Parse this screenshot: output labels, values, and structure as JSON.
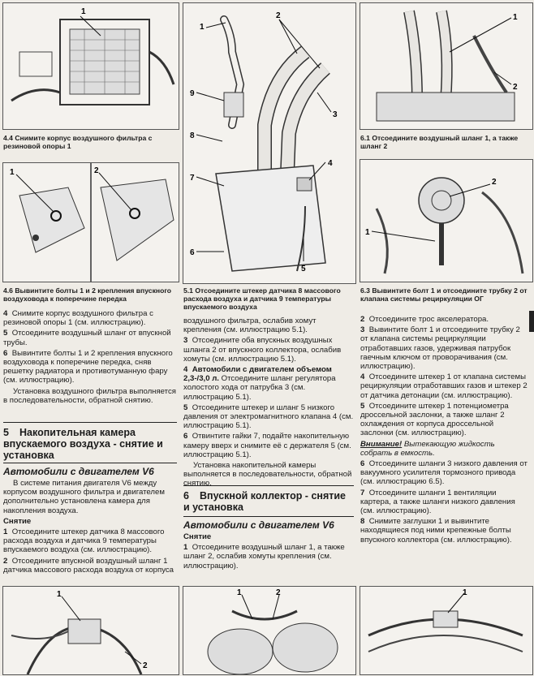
{
  "captions": {
    "c44": "4.4 Снимите корпус воздушного фильтра с резиновой опоры 1",
    "c46": "4.6 Вывинтите болты 1 и 2 крепления впускного воздуховода к поперечине передка",
    "c51": "5.1 Отсоедините штекер датчика 8 массового расхода воздуха и датчика 9 температуры впускаемого воздуха",
    "c61": "6.1 Отсоедините воздушный шланг 1, а также шланг 2",
    "c63": "6.3 Вывинтите болт 1 и отсоедините трубку 2 от клапана системы рециркуляции ОГ"
  },
  "figlabels": {
    "f44": [
      "1"
    ],
    "f46": [
      "1",
      "2"
    ],
    "f51": [
      "1",
      "2",
      "3",
      "4",
      "5",
      "6",
      "7",
      "8",
      "9"
    ],
    "f61": [
      "1",
      "2"
    ],
    "f63": [
      "1",
      "2"
    ],
    "fb1": [
      "1",
      "2"
    ],
    "fb2": [
      "1",
      "2"
    ],
    "fb3": [
      "1"
    ]
  },
  "col1": {
    "p4": "Снимите корпус воздушного фильтра с резиновой опоры 1 (см. иллюстрацию).",
    "p5": "Отсоедините воздушный шланг от впускной трубы.",
    "p6": "Вывинтите болты 1 и 2 крепления впускного воздуховода к поперечине передка, сняв решетку радиатора и противотуманную фару (см. иллюстрацию).",
    "install": "Установка воздушного фильтра выполняется в последовательности, обратной снятию.",
    "sec_num": "5",
    "sec_title": "Накопительная камера впускаемого воздуха - снятие и установка",
    "sub": "Автомобили с двигателем V6",
    "intro": "В системе питания двигателя V6 между корпусом воздушного фильтра и двигателем дополнительно установлена камера для накопления воздуха.",
    "removal": "Снятие",
    "s1": "Отсоедините штекер датчика 8 массового расхода воздуха и датчика 9 температуры впускаемого воздуха (см. иллюстрацию).",
    "s2": "Отсоедините впускной воздушный шланг 1 датчика массового расхода воздуха от корпуса"
  },
  "col2": {
    "cont": "воздушного фильтра, ослабив хомут крепления (см. иллюстрацию 5.1).",
    "s3": "Отсоедините оба впускных воздушных шланга 2 от впускного коллектора, ослабив хомуты (см. иллюстрацию 5.1).",
    "s4_head": "Автомобили с двигателем объемом 2,3-/3,0 л.",
    "s4": "Отсоедините шланг регулятора холостого хода от патрубка 3 (см. иллюстрацию 5.1).",
    "s5": "Отсоедините штекер и шланг 5 низкого давления от электромагнитного клапана 4 (см. иллюстрацию 5.1).",
    "s6": "Отвинтите гайки 7, подайте накопительную камеру вверх и снимите её с держателя 5 (см. иллюстрацию 5.1).",
    "install": "Установка накопительной камеры выполняется в последовательности, обратной снятию.",
    "sec_num": "6",
    "sec_title": "Впускной коллектор - снятие и установка",
    "sub": "Автомобили с двигателем V6",
    "removal": "Снятие",
    "s1": "Отсоедините воздушный шланг 1, а также шланг 2, ослабив хомуты крепления (см. иллюстрацию)."
  },
  "col3": {
    "s2": "Отсоедините трос акселератора.",
    "s3": "Вывинтите болт 1 и отсоедините трубку 2 от клапана системы рециркуляции отработавших газов, удерживая патрубок гаечным ключом от проворачивания (см. иллюстрацию).",
    "s4": "Отсоедините штекер 1 от клапана системы рециркуляции отработавших газов и штекер 2 от датчика детонации (см. иллюстрацию).",
    "s5": "Отсоедините штекер 1 потенциометра дроссельной заслонки, а также шланг 2 охлаждения от корпуса дроссельной заслонки (см. иллюстрацию).",
    "warn_head": "Внимание!",
    "warn": "Вытекающую жидкость собрать в емкость.",
    "s6": "Отсоедините шланги 3 низкого давления от вакуумного усилителя тормозного привода (см. иллюстрацию 6.5).",
    "s7": "Отсоедините шланги 1 вентиляции картера, а также шланги низкого давления (см. иллюстрацию).",
    "s8": "Снимите заглушки 1 и вывинтите находящиеся под ними крепежные болты впускного коллектора (см. иллюстрацию)."
  },
  "nums": {
    "n2": "2",
    "n3": "3",
    "n4": "4",
    "n5": "5",
    "n6": "6",
    "n7": "7",
    "n8": "8",
    "n1": "1"
  }
}
